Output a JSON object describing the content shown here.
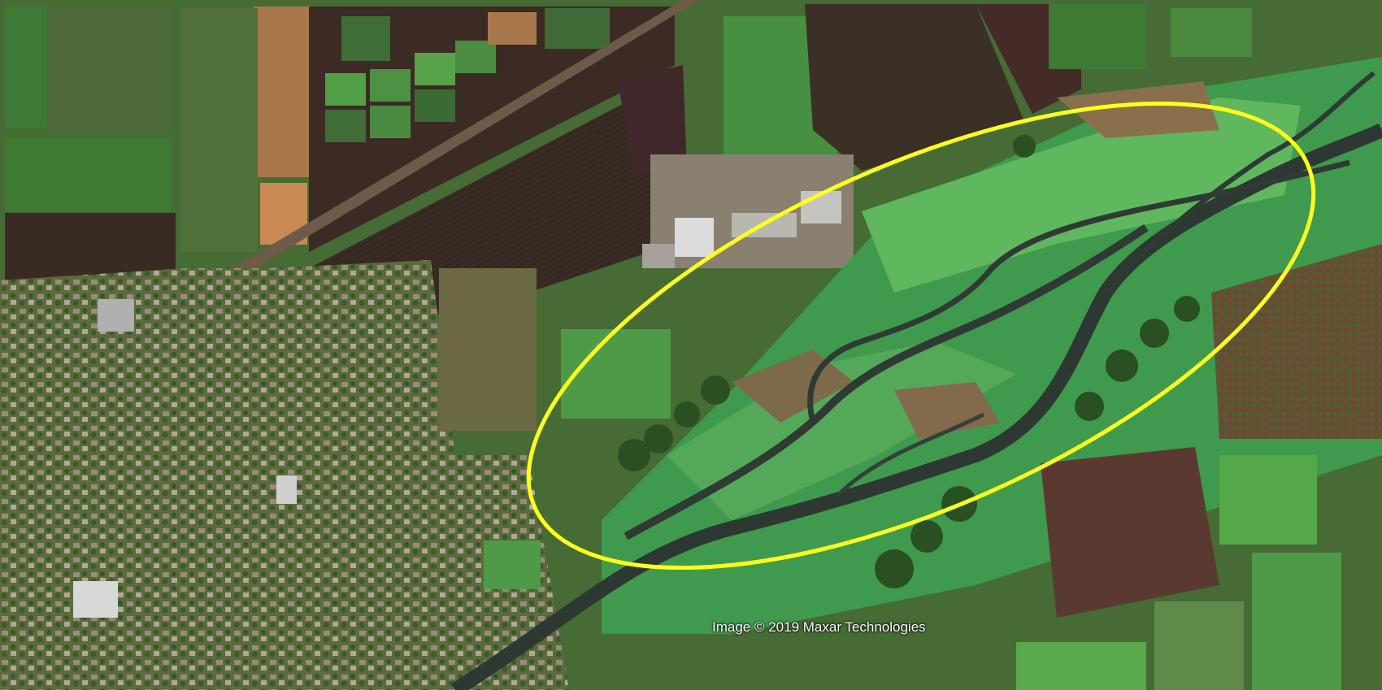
{
  "map": {
    "attribution": "Image © 2019 Maxar Technologies",
    "highlight": {
      "shape": "ellipse",
      "stroke_color": "#ffff1a",
      "subject": "river floodplain"
    },
    "colors": {
      "field_green": "#3f7a34",
      "field_bright": "#56a046",
      "plowed": "#3a2a22",
      "soil": "#7a5a3e",
      "water": "#2e3a33",
      "marsh": "#5fb35a",
      "roof": "#cfcfcf",
      "road": "#8a7a6a"
    }
  }
}
